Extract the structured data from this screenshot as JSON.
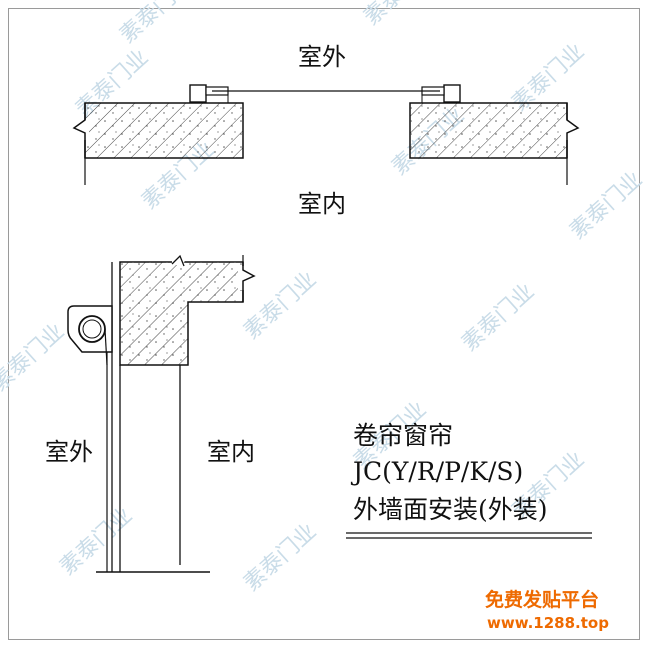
{
  "labels": {
    "top_outdoor": "室外",
    "top_indoor": "室内",
    "side_outdoor": "室外",
    "side_indoor": "室内"
  },
  "note": {
    "line1": "卷帘窗帘",
    "line2": "JC(Y/R/P/K/S)",
    "line3": "外墙面安装(外装)"
  },
  "watermark": "素泰门业",
  "promo": {
    "line1": "免费发贴平台",
    "line2": "www.1288.top"
  },
  "colors": {
    "line": "#111111",
    "watermark": "#c9dce8",
    "promo": "#ee6a00"
  }
}
